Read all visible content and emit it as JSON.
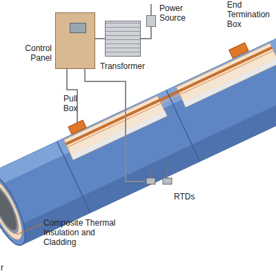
{
  "diagram": {
    "nodes": [
      {
        "text": [
          "Power Source"
        ]
      },
      {
        "text": [
          "End Termination Box"
        ]
      },
      {
        "text": [
          "Control Panel"
        ]
      },
      {
        "text": [
          "Transformer"
        ]
      },
      {
        "text": [
          "Pull Box"
        ]
      },
      {
        "text": [
          "RTDs"
        ]
      }
    ],
    "edges": [
      {
        "from": 0,
        "to": 3,
        "arrow": "none"
      },
      {
        "from": 3,
        "to": 2,
        "arrow": "none"
      },
      {
        "from": 2,
        "to": 4,
        "arrow": "none"
      },
      {
        "from": 2,
        "to": 5,
        "arrow": "none"
      }
    ],
    "labels": [
      "Composite Thermal Insulation and Cladding",
      "r"
    ]
  }
}
